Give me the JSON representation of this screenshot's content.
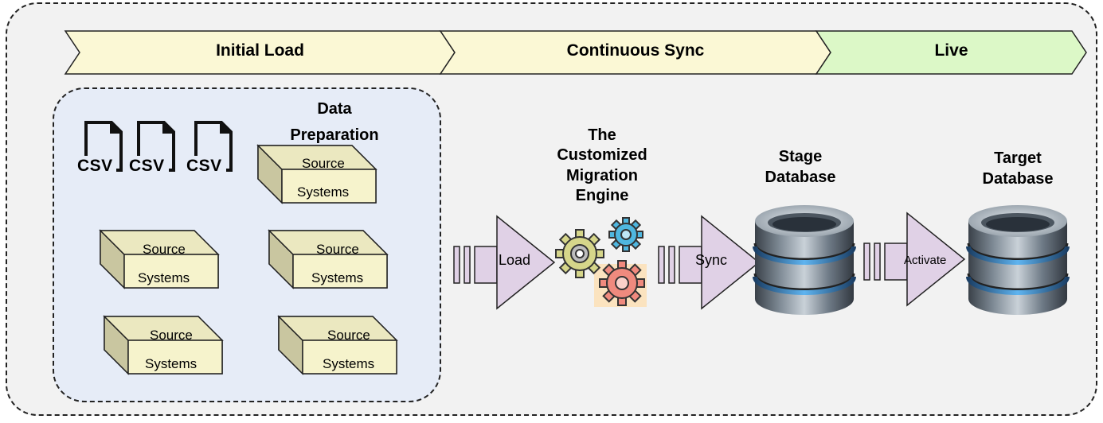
{
  "phases": {
    "initial_load": "Initial Load",
    "continuous_sync": "Continuous Sync",
    "live": "Live"
  },
  "data_preparation": {
    "title_line1": "Data",
    "title_line2": "Preparation",
    "csv_label": "CSV",
    "source_top": "Source",
    "source_bottom": "Systems"
  },
  "engine": {
    "line1": "The",
    "line2": "Customized",
    "line3": "Migration",
    "line4": "Engine"
  },
  "stage_db": {
    "line1": "Stage",
    "line2": "Database"
  },
  "target_db": {
    "line1": "Target",
    "line2": "Database"
  },
  "arrows": {
    "load": "Load",
    "sync": "Sync",
    "activate": "Activate"
  },
  "colors": {
    "phase_fill": "#fbf8d5",
    "live_fill": "#dcf8c7",
    "prep_fill": "#e6ecf7",
    "box_fill": "#f6f3cc",
    "arrow_fill": "#e0d1e6"
  }
}
